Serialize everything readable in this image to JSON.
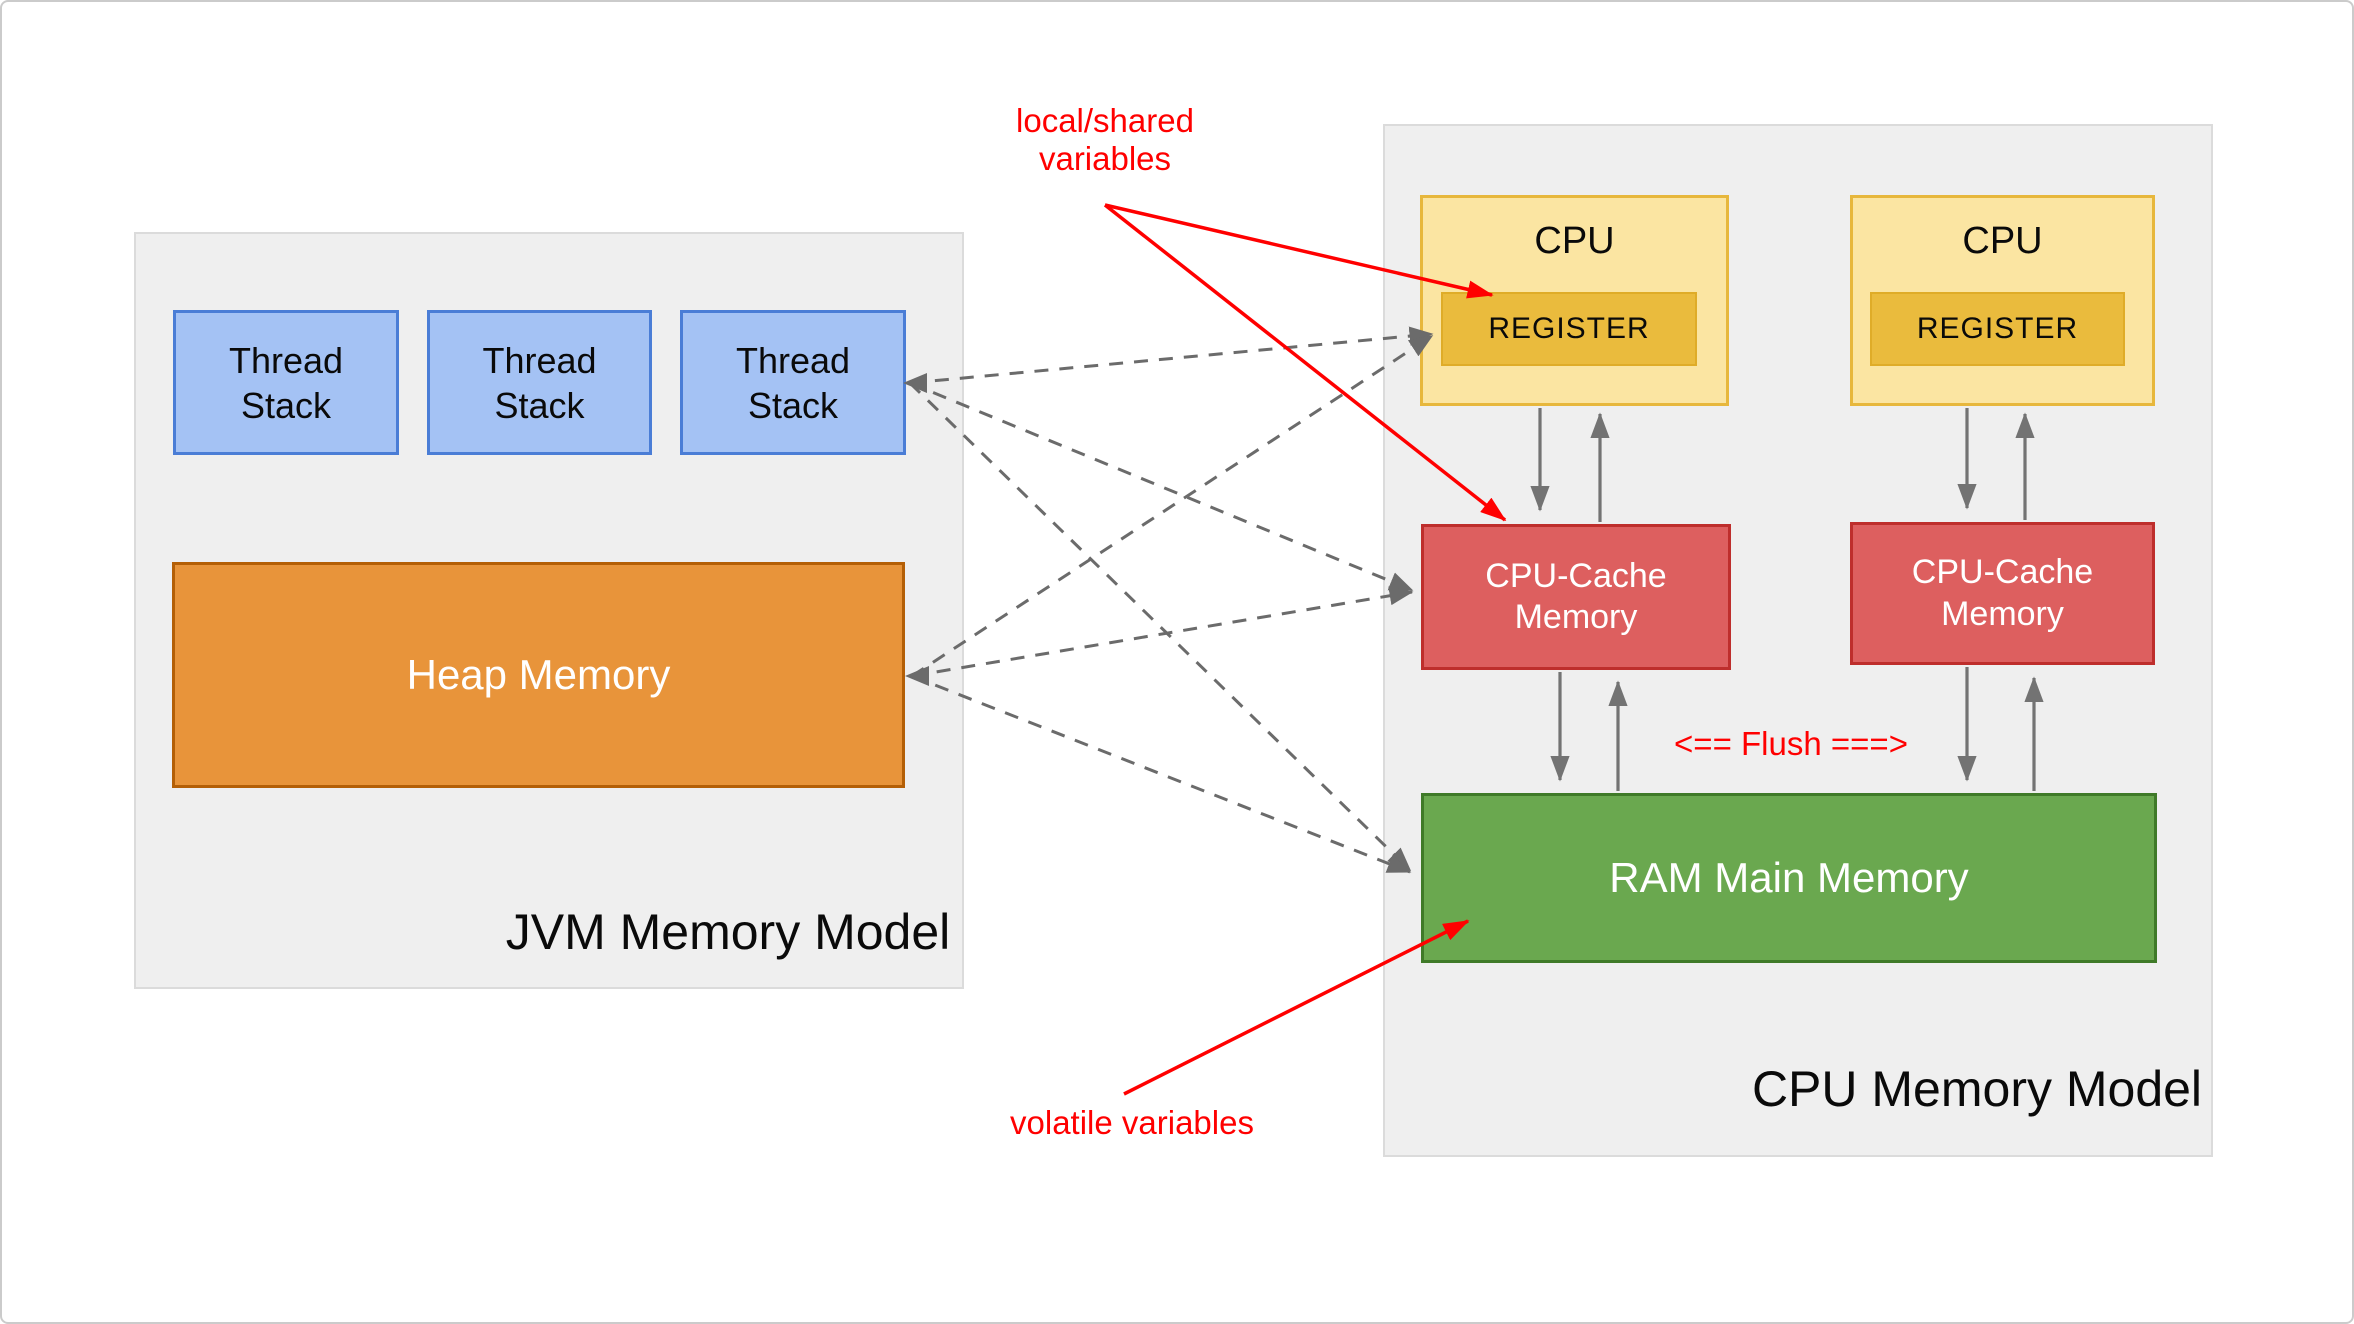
{
  "colors": {
    "panel-bg": "#EFEFEF",
    "panel-border": "#DBDBDB",
    "blue-fill": "#A4C2F4",
    "blue-border": "#4A7DD6",
    "orange-fill": "#E8943A",
    "orange-border": "#B45F06",
    "yellow-fill": "#FBE5A2",
    "yellow-border": "#E7B73C",
    "gold-fill": "#EABB3D",
    "gold-border": "#DFAC28",
    "red-fill": "#DD5F5F",
    "red-border": "#BE2E2C",
    "green-fill": "#6AA84F",
    "green-border": "#3F7A28",
    "arrow-gray": "#6B6B6B",
    "arrow-solid": "#737373",
    "annotation-red": "#FF0000",
    "label-dark": "#0A0A0A",
    "label-light": "#FFFFFF"
  },
  "jvm_panel": {
    "title": "JVM Memory Model",
    "thread_stacks": [
      {
        "label": "Thread Stack"
      },
      {
        "label": "Thread Stack"
      },
      {
        "label": "Thread Stack"
      }
    ],
    "heap": {
      "label": "Heap Memory"
    }
  },
  "cpu_panel": {
    "title": "CPU Memory Model",
    "cpus": [
      {
        "label": "CPU",
        "register": "REGISTER"
      },
      {
        "label": "CPU",
        "register": "REGISTER"
      }
    ],
    "caches": [
      {
        "label": "CPU-Cache Memory"
      },
      {
        "label": "CPU-Cache Memory"
      }
    ],
    "ram": {
      "label": "RAM Main Memory"
    },
    "flush_label": "<== Flush ===>"
  },
  "annotations": {
    "local_shared": {
      "line1": "local/shared",
      "line2": "variables"
    },
    "volatile_label": "volatile variables"
  }
}
